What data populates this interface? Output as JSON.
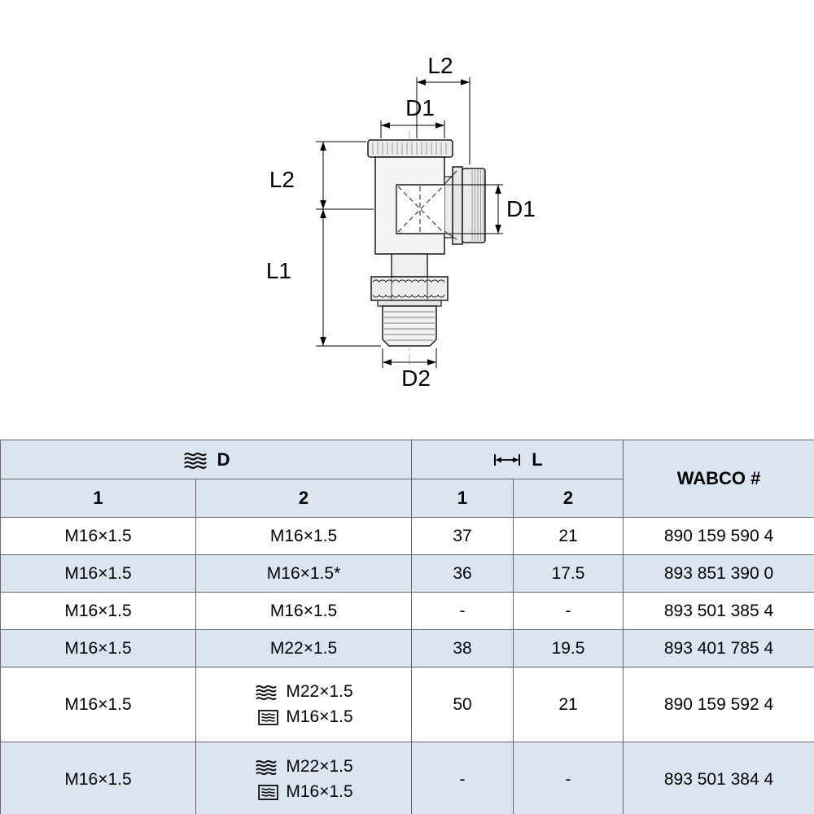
{
  "colors": {
    "header_bg": "#dbe5f1",
    "row_alt_bg": "#dbe5f1",
    "grid_line": "#676767",
    "ink": "#000000"
  },
  "icons": {
    "thread": "thread-icon (female thread coil symbol)",
    "thread_boxed": "thread-icon-boxed (coil symbol in box)",
    "length": "dimension-arrow-icon (|<->| length symbol)"
  },
  "drawing": {
    "labels": {
      "top_length": "L2",
      "top_diameter": "D1",
      "left_upper_length": "L2",
      "left_lower_length": "L1",
      "side_diameter": "D1",
      "bottom_diameter": "D2"
    }
  },
  "table": {
    "header": {
      "d_label": "D",
      "l_label": "L",
      "wabco_label": "WABCO #",
      "sub": [
        "1",
        "2",
        "1",
        "2"
      ]
    },
    "rows": [
      {
        "d1": "M16×1.5",
        "d2": "M16×1.5",
        "l1": "37",
        "l2": "21",
        "wabco": "890 159 590 4"
      },
      {
        "d1": "M16×1.5",
        "d2": "M16×1.5*",
        "l1": "36",
        "l2": "17.5",
        "wabco": "893 851 390 0"
      },
      {
        "d1": "M16×1.5",
        "d2": "M16×1.5",
        "l1": "-",
        "l2": "-",
        "wabco": "893 501 385 4"
      },
      {
        "d1": "M16×1.5",
        "d2": "M22×1.5",
        "l1": "38",
        "l2": "19.5",
        "wabco": "893 401 785 4"
      },
      {
        "d1": "M16×1.5",
        "d2_outer": "M22×1.5",
        "d2_inner": "M16×1.5",
        "l1": "50",
        "l2": "21",
        "wabco": "890 159 592 4"
      },
      {
        "d1": "M16×1.5",
        "d2_outer": "M22×1.5",
        "d2_inner": "M16×1.5",
        "l1": "-",
        "l2": "-",
        "wabco": "893 501 384 4"
      }
    ]
  }
}
